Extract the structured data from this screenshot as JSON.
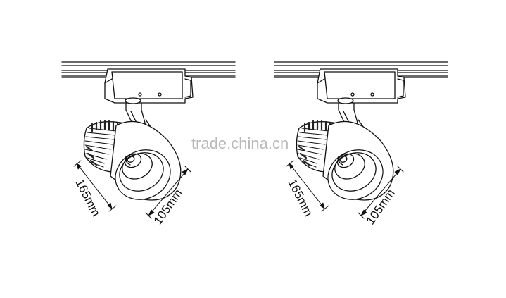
{
  "watermark": "trade.china.cn",
  "views": [
    {
      "length_label": "165mm",
      "diameter_label": "105mm"
    },
    {
      "length_label": "165mm",
      "diameter_label": "105mm"
    }
  ]
}
